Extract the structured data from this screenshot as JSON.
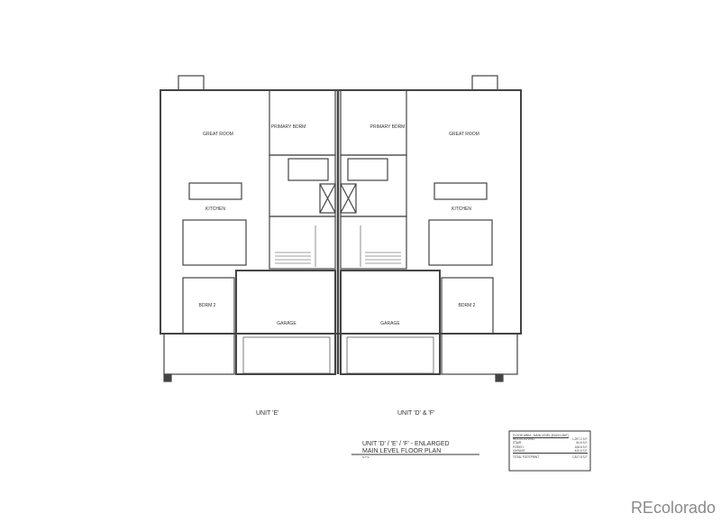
{
  "plan": {
    "rooms": {
      "great_room": "GREAT ROOM",
      "primary_bdrm": "PRIMARY BDRM",
      "kitchen": "KITCHEN",
      "bdrm2": "BDRM 2",
      "garage": "GARAGE"
    },
    "unit_left": "UNIT 'E'",
    "unit_right": "UNIT 'D' & 'F'",
    "title_line1": "UNIT 'D' / 'E' / 'F' - ENLARGED",
    "title_line2": "MAIN LEVEL FLOOR PLAN",
    "scale": "N.T.S.",
    "area_table": {
      "heading": "FLOOR AREA - MAIN LEVEL (EACH UNIT)",
      "rows": [
        {
          "label": "HEATED/LIVING",
          "value": "1,297.2 S.F."
        },
        {
          "label": "STAIR",
          "value": "54.5 S.F."
        },
        {
          "label": "PORCH",
          "value": "108.6 S.F."
        },
        {
          "label": "GARAGE",
          "value": "420.6 S.F."
        }
      ],
      "total_label": "TOTAL FOOTPRINT",
      "total_value": "1,817.5 S.F."
    }
  },
  "watermark": "REcolorado"
}
